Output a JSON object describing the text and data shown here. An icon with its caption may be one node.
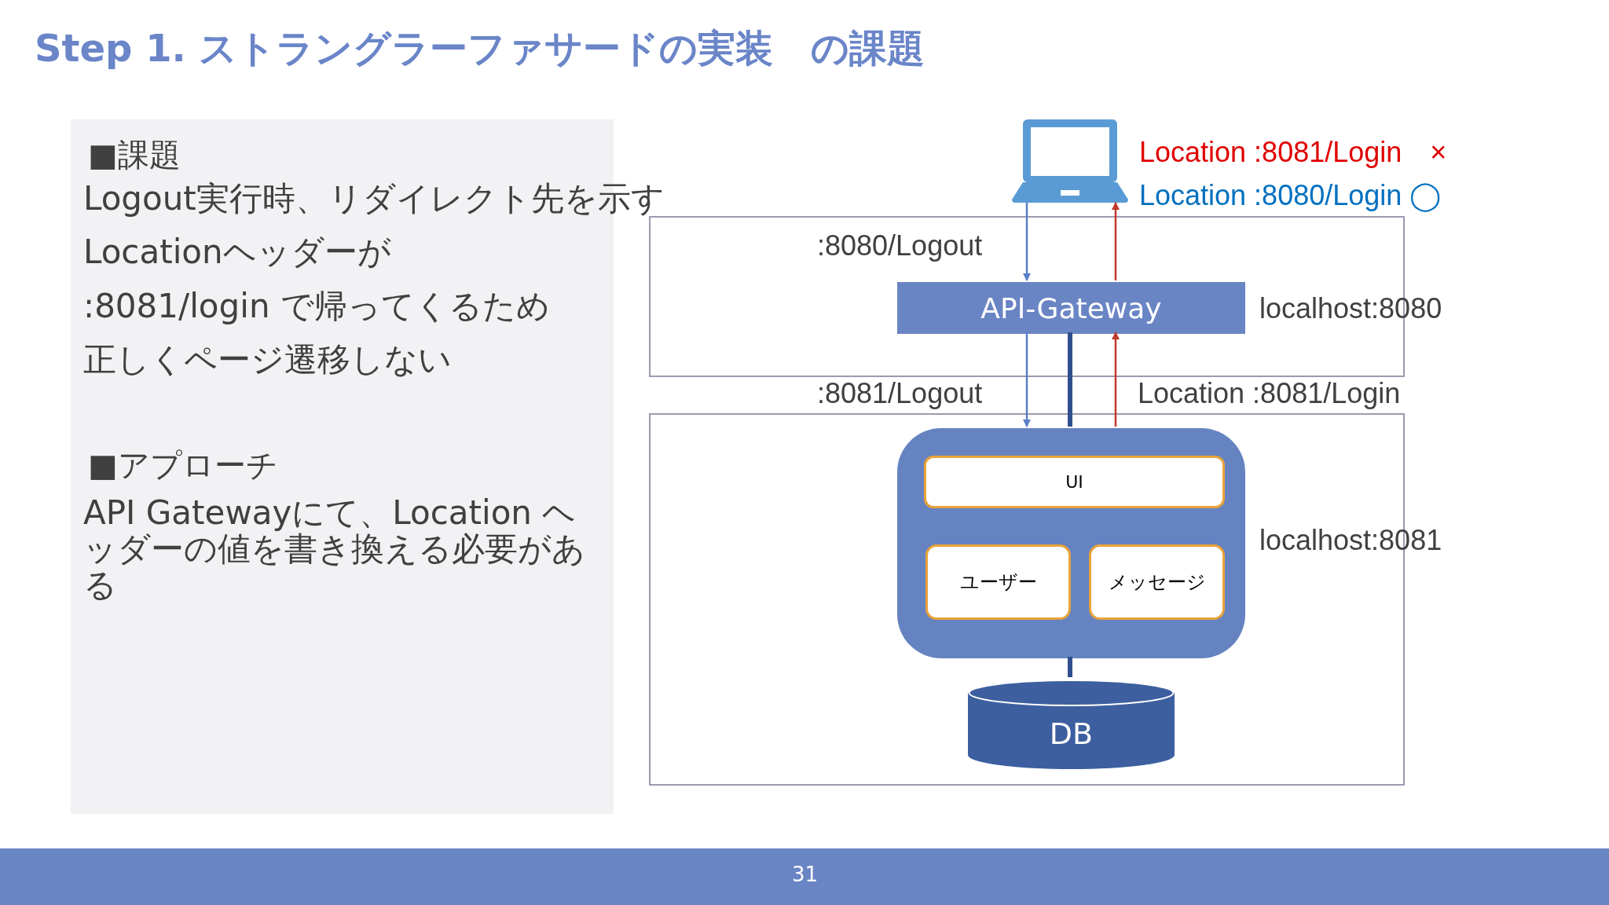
{
  "diagram": {
    "title": "Step 1. ストラングラーファサードの実装　の課題",
    "nodes": [
      {
        "text": [
          "■課題",
          "Logout実行時、リダイレクト先を示す",
          "Locationヘッダーが",
          ":8081/login で帰ってくるため",
          "正しくページ遷移しない",
          "■アプローチ",
          "API Gatewayにて、Location ヘッダーの値を書き換える必要がある"
        ]
      },
      {
        "text": [],
        "shape": "laptop",
        "beside": [
          "Location :8081/Login　×",
          "Location :8080/Login ◯"
        ]
      },
      {
        "text": [],
        "shape": "box",
        "beside": [
          "localhost:8080"
        ]
      },
      {
        "text": [
          "API-Gateway"
        ],
        "in": 2
      },
      {
        "text": [],
        "shape": "box",
        "beside": [
          "localhost:8081"
        ]
      },
      {
        "text": [],
        "shape": "box",
        "in": 4
      },
      {
        "text": [
          "UI"
        ],
        "in": 5
      },
      {
        "text": [
          "ユーザー"
        ],
        "in": 5
      },
      {
        "text": [
          "メッセージ"
        ],
        "in": 5
      },
      {
        "text": [
          "DB"
        ],
        "in": 4
      }
    ],
    "edges": [
      {
        "from": 1,
        "to": 3,
        "arrow": "to",
        "label": ":8080/Logout"
      },
      {
        "from": 3,
        "to": 1,
        "arrow": "to",
        "color": "#c0392b"
      },
      {
        "from": 3,
        "to": 5,
        "arrow": "to",
        "label": ":8081/Logout"
      },
      {
        "from": 5,
        "to": 3,
        "arrow": "to",
        "label": "Location :8081/Login",
        "color": "#c0392b"
      },
      {
        "from": 3,
        "to": 5,
        "arrow": "none",
        "style": "thick",
        "color": "#2f4f8f"
      },
      {
        "from": 5,
        "to": 9,
        "arrow": "none",
        "style": "thick",
        "color": "#2f4f8f"
      }
    ],
    "labels": [
      "31"
    ]
  }
}
